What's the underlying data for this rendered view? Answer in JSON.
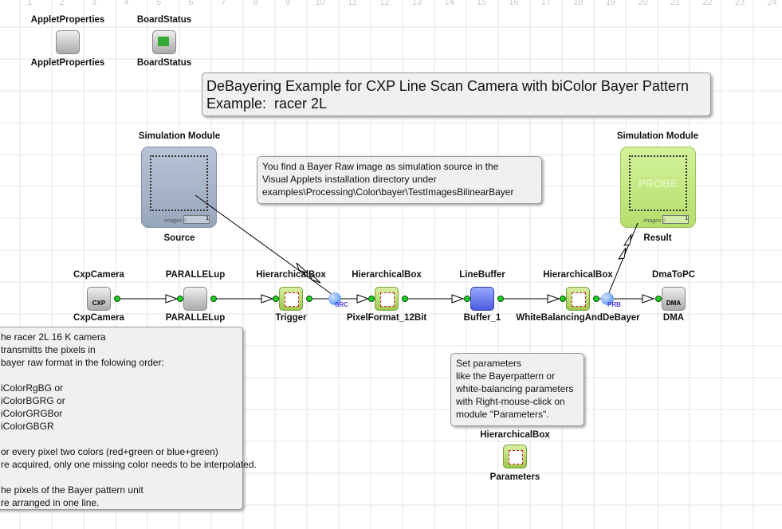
{
  "ruler": [
    "1",
    "2",
    "3",
    "4",
    "5",
    "6",
    "7",
    "8",
    "9",
    "10",
    "11",
    "12",
    "13",
    "14",
    "15",
    "16",
    "17",
    "18",
    "19",
    "20",
    "21",
    "22",
    "23",
    "24"
  ],
  "title_box": {
    "line1": "DeBayering Example for CXP Line Scan Camera with biColor Bayer Pattern",
    "line2": "Example:  racer 2L"
  },
  "top_modules": [
    {
      "type": "AppletProperties",
      "name": "AppletProperties"
    },
    {
      "type": "BoardStatus",
      "name": "BoardStatus"
    }
  ],
  "source": {
    "type": "Simulation Module",
    "name": "Source",
    "screen": "SOURCE",
    "images_label": "images #",
    "count": "1"
  },
  "probe": {
    "type": "Simulation Module",
    "name": "Result",
    "screen": "PROBE",
    "images_label": "images #",
    "count": "1"
  },
  "note_source": "You find a Bayer Raw image as simulation source in the\nVisual Applets installation directory under\nexamples\\Processing\\Color\\bayer\\TestImagesBilinearBayer",
  "note_camera": "he racer 2L 16 K camera\ntransmitts the pixels in\nbayer raw format in the folowing order:\n\niColorRgBG or\niColorBGRG or\niColorGRGBor\niColorGBGR\n\nor every pixel two colors (red+green or blue+green)\nre acquired, only one missing color needs to be interpolated.\n\nhe pixels of the Bayer pattern unit\nre arranged in one line.",
  "note_params": "Set parameters\nlike the Bayerpattern or\nwhite-balancing parameters\nwith Right-mouse-click on\nmodule \"Parameters\".",
  "pipeline": [
    {
      "type": "CxpCamera",
      "name": "CxpCamera",
      "icon": "CXP"
    },
    {
      "type": "PARALLELup",
      "name": "PARALLELup"
    },
    {
      "type": "HierarchicalBox",
      "name": "Trigger"
    },
    {
      "type": "HierarchicalBox",
      "name": "PixelFormat_12Bit"
    },
    {
      "type": "LineBuffer",
      "name": "Buffer_1"
    },
    {
      "type": "HierarchicalBox",
      "name": "WhiteBalancingAndDeBayer"
    },
    {
      "type": "DmaToPC",
      "name": "DMA",
      "icon": "DMA"
    }
  ],
  "src_tag": "SRC",
  "prb_tag": "PRB",
  "params_module": {
    "type": "HierarchicalBox",
    "name": "Parameters"
  }
}
